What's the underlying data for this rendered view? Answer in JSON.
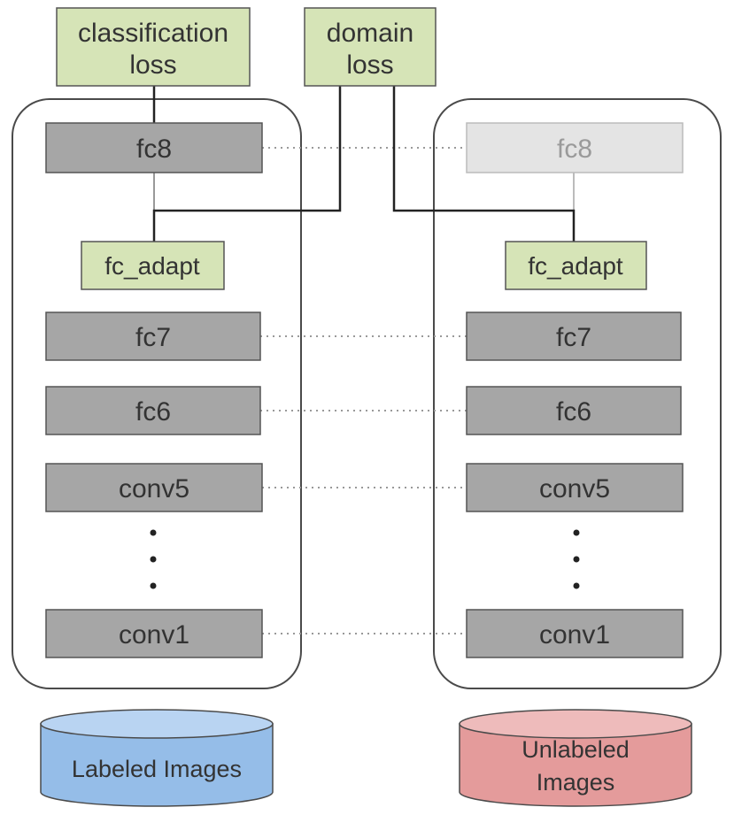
{
  "top_boxes": {
    "classification_loss": [
      "classification",
      "loss"
    ],
    "domain_loss": [
      "domain",
      "loss"
    ]
  },
  "source_stream": {
    "fc8": "fc8",
    "fc_adapt": "fc_adapt",
    "fc7": "fc7",
    "fc6": "fc6",
    "conv5": "conv5",
    "conv1": "conv1"
  },
  "target_stream": {
    "fc8": "fc8",
    "fc_adapt": "fc_adapt",
    "fc7": "fc7",
    "fc6": "fc6",
    "conv5": "conv5",
    "conv1": "conv1"
  },
  "datasets": {
    "labeled": [
      "Labeled Images"
    ],
    "unlabeled": [
      "Unlabeled",
      "Images"
    ]
  },
  "colors": {
    "loss_box_fill": "#d6e4b7",
    "layer_fill": "#a6a6a6",
    "faded_layer_fill": "#e4e4e4",
    "labeled_fill": "#95bde8",
    "unlabeled_fill": "#e49b9b",
    "connector": "#222222",
    "dotted_link": "#999999"
  },
  "icons": {
    "labeled_dataset": "database-cylinder-icon",
    "unlabeled_dataset": "database-cylinder-icon",
    "ellipsis": "vertical-ellipsis-icon"
  }
}
